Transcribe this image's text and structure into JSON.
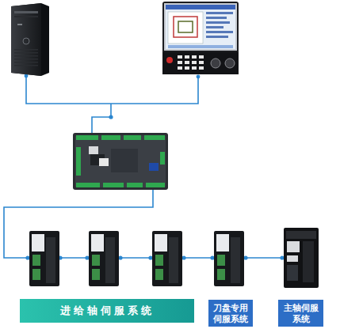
{
  "diagram": {
    "nodes": [
      {
        "text": [
          "进给轴伺服系统"
        ]
      },
      {
        "text": [
          "刀盘专用 伺服系统"
        ]
      },
      {
        "text": [
          "主轴伺服 系统"
        ]
      }
    ]
  }
}
